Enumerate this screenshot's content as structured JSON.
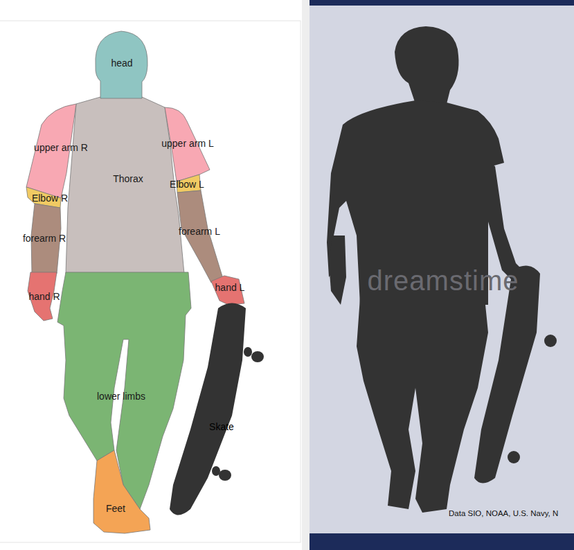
{
  "diagram": {
    "labels": [
      "head",
      "upper arm L",
      "upper arm R",
      "Thorax",
      "Elbow L",
      "Elbow R",
      "forearm L",
      "forearm R",
      "dreamstime",
      "hand L",
      "hand R",
      "lower limbs",
      "Skate",
      "Feet",
      "Data SIO, NOAA, U.S. Navy, N"
    ]
  }
}
